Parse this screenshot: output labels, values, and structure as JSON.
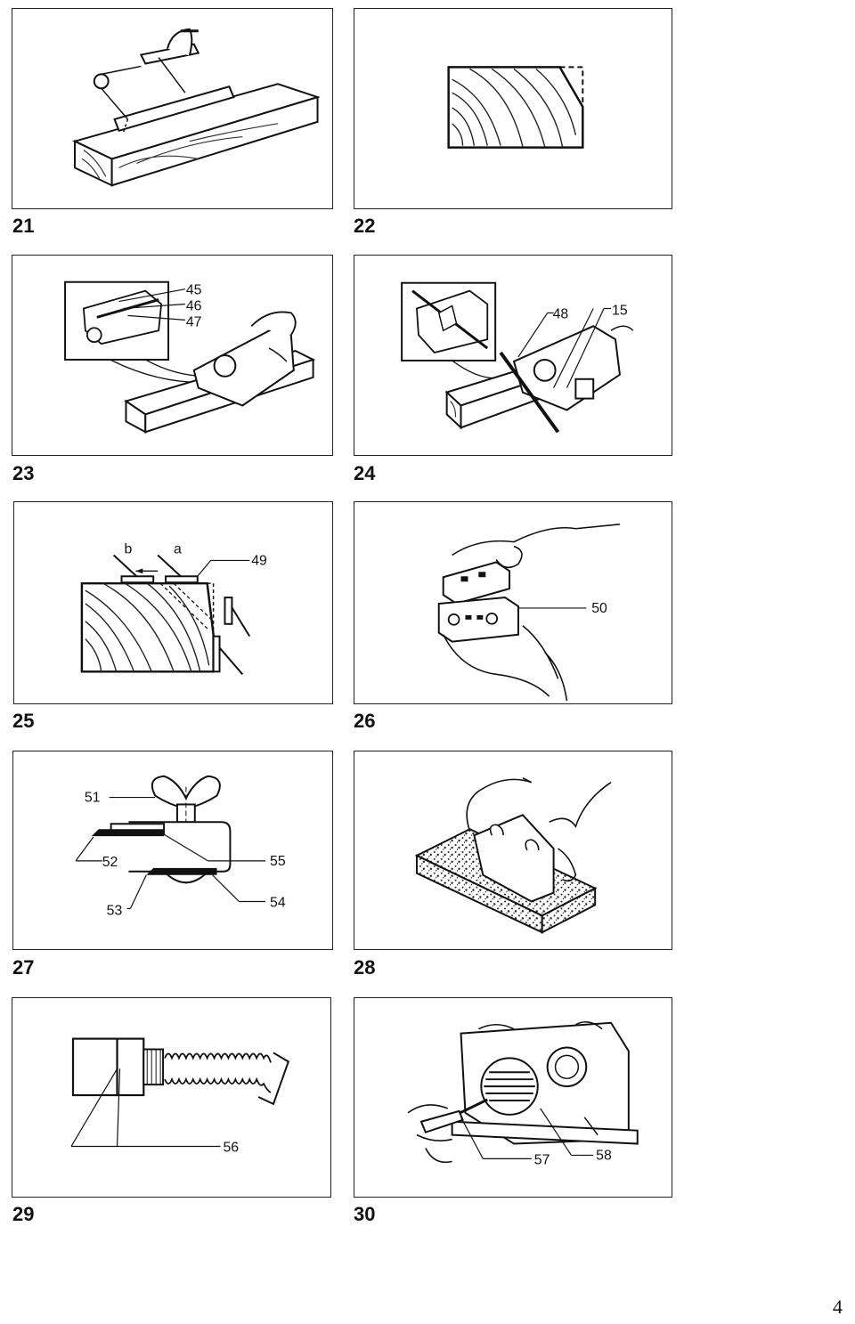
{
  "page_number": "4",
  "figures": [
    {
      "number": "21",
      "labels": []
    },
    {
      "number": "22",
      "labels": []
    },
    {
      "number": "23",
      "labels": [
        "45",
        "46",
        "47"
      ]
    },
    {
      "number": "24",
      "labels": [
        "48",
        "15"
      ]
    },
    {
      "number": "25",
      "labels": [
        "b",
        "a",
        "49"
      ]
    },
    {
      "number": "26",
      "labels": [
        "50"
      ]
    },
    {
      "number": "27",
      "labels": [
        "51",
        "52",
        "55",
        "53",
        "54"
      ]
    },
    {
      "number": "28",
      "labels": []
    },
    {
      "number": "29",
      "labels": [
        "56"
      ]
    },
    {
      "number": "30",
      "labels": [
        "57",
        "58"
      ]
    }
  ]
}
